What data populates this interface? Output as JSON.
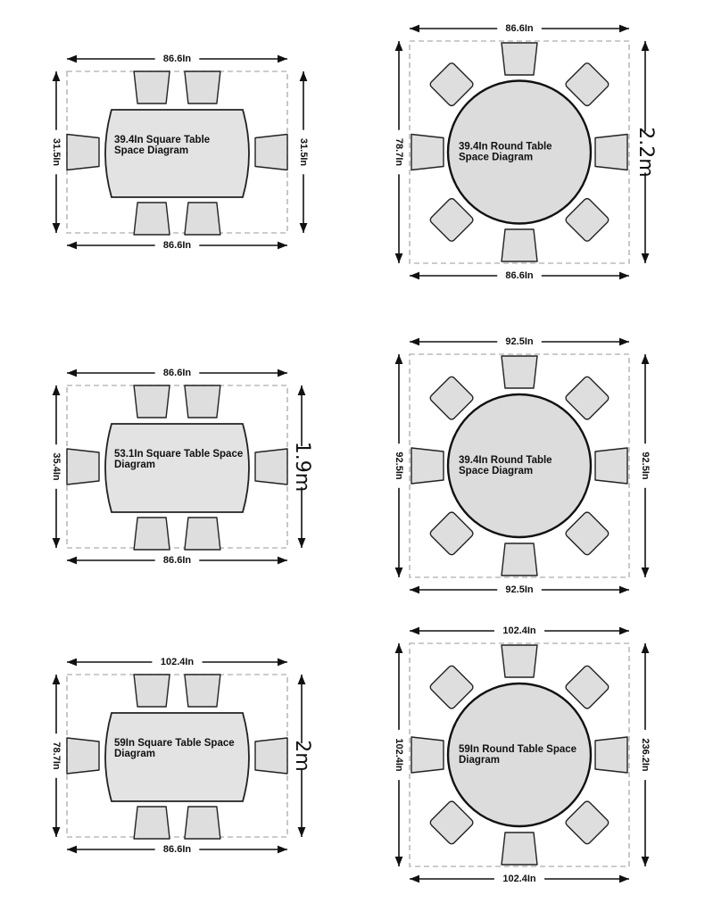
{
  "diagrams": [
    {
      "id": "sq-39",
      "table_label": [
        "39.4In Square Table",
        "Space Diagram"
      ],
      "top_dim": "86.6In",
      "bottom_dim": "86.6In",
      "left_dim": "31.5In",
      "right_dim": "31.5In",
      "right_big": ""
    },
    {
      "id": "rd-39a",
      "table_label": [
        "39.4In Round Table",
        "Space Diagram"
      ],
      "top_dim": "86.6In",
      "bottom_dim": "86.6In",
      "left_dim": "78.7In",
      "right_dim": "",
      "right_big": "2.2m"
    },
    {
      "id": "sq-53",
      "table_label": [
        "53.1In Square Table Space",
        "Diagram"
      ],
      "top_dim": "86.6In",
      "bottom_dim": "86.6In",
      "left_dim": "35.4In",
      "right_dim": "",
      "right_big": "1.9m"
    },
    {
      "id": "rd-39b",
      "table_label": [
        "39.4In Round Table",
        "Space Diagram"
      ],
      "top_dim": "92.5In",
      "bottom_dim": "92.5In",
      "left_dim": "92.5In",
      "right_dim": "92.5In",
      "right_big": ""
    },
    {
      "id": "sq-59",
      "table_label": [
        "59In Square Table Space",
        "Diagram"
      ],
      "top_dim": "102.4In",
      "bottom_dim": "86.6In",
      "left_dim": "78.7In",
      "right_dim": "",
      "right_big": "2m"
    },
    {
      "id": "rd-59",
      "table_label": [
        "59In Round Table Space",
        "Diagram"
      ],
      "top_dim": "102.4In",
      "bottom_dim": "102.4In",
      "left_dim": "102.4In",
      "right_dim": "236.2In",
      "right_big": ""
    }
  ]
}
